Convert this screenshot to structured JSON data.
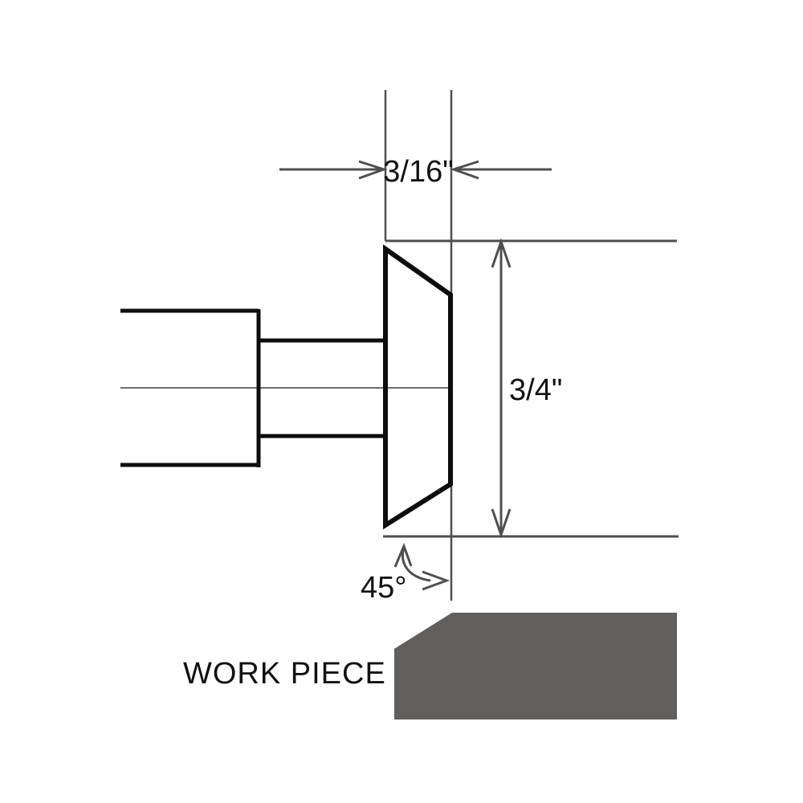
{
  "drawing": {
    "description": "Technical drawing of a 45-degree chamfer cutter tool above a work piece",
    "labels": {
      "chamfer_width": "3/16\"",
      "cutter_height": "3/4\"",
      "chamfer_angle": "45°",
      "workpiece": "WORK PIECE"
    },
    "colors": {
      "background": "#ffffff",
      "tool_outline": "#0d0d0d",
      "dimension_line": "#4f4f51",
      "centerline": "#6e6e6e",
      "workpiece_fill": "#605f5e",
      "label_text": "#111111"
    }
  }
}
